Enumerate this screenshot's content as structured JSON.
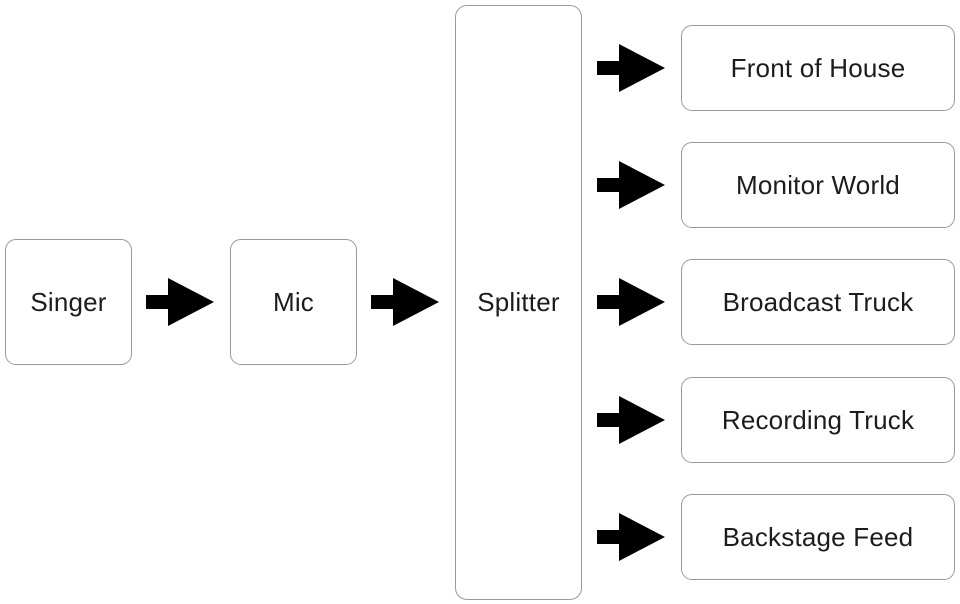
{
  "diagram": {
    "source": "Singer",
    "input": "Mic",
    "splitter": "Splitter",
    "outputs": [
      "Front of House",
      "Monitor World",
      "Broadcast Truck",
      "Recording Truck",
      "Backstage Feed"
    ],
    "colors": {
      "box_border": "#9a9a9a",
      "text": "#1c1c1c",
      "arrow": "#000000",
      "background": "#ffffff"
    }
  }
}
